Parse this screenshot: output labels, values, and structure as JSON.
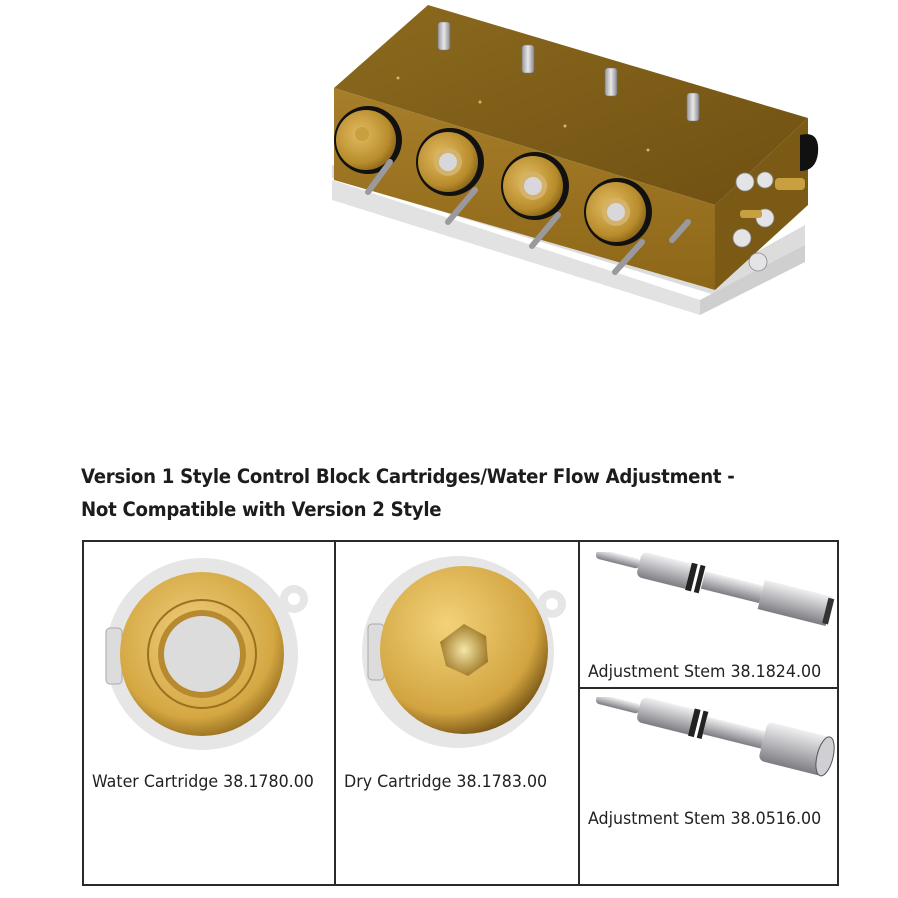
{
  "hero": {
    "image_alt": "Version 1 style control block assembly with four cartridges"
  },
  "heading": {
    "line1": "Version 1 Style Control Block Cartridges/Water Flow Adjustment -",
    "line2": "Not Compatible with Version 2 Style"
  },
  "parts": [
    {
      "label": "Water Cartridge 38.1780.00",
      "image": "water-cartridge"
    },
    {
      "label": "Dry Cartridge 38.1783.00",
      "image": "dry-cartridge"
    },
    {
      "label": "Adjustment Stem 38.1824.00",
      "image": "adjustment-stem-flat"
    },
    {
      "label": "Adjustment Stem 38.0516.00",
      "image": "adjustment-stem-socket"
    }
  ],
  "colors": {
    "brass": "#c9a04a",
    "brass_dark": "#8a6418",
    "border": "#2a2a2a",
    "steel": "#b8b8bc"
  }
}
